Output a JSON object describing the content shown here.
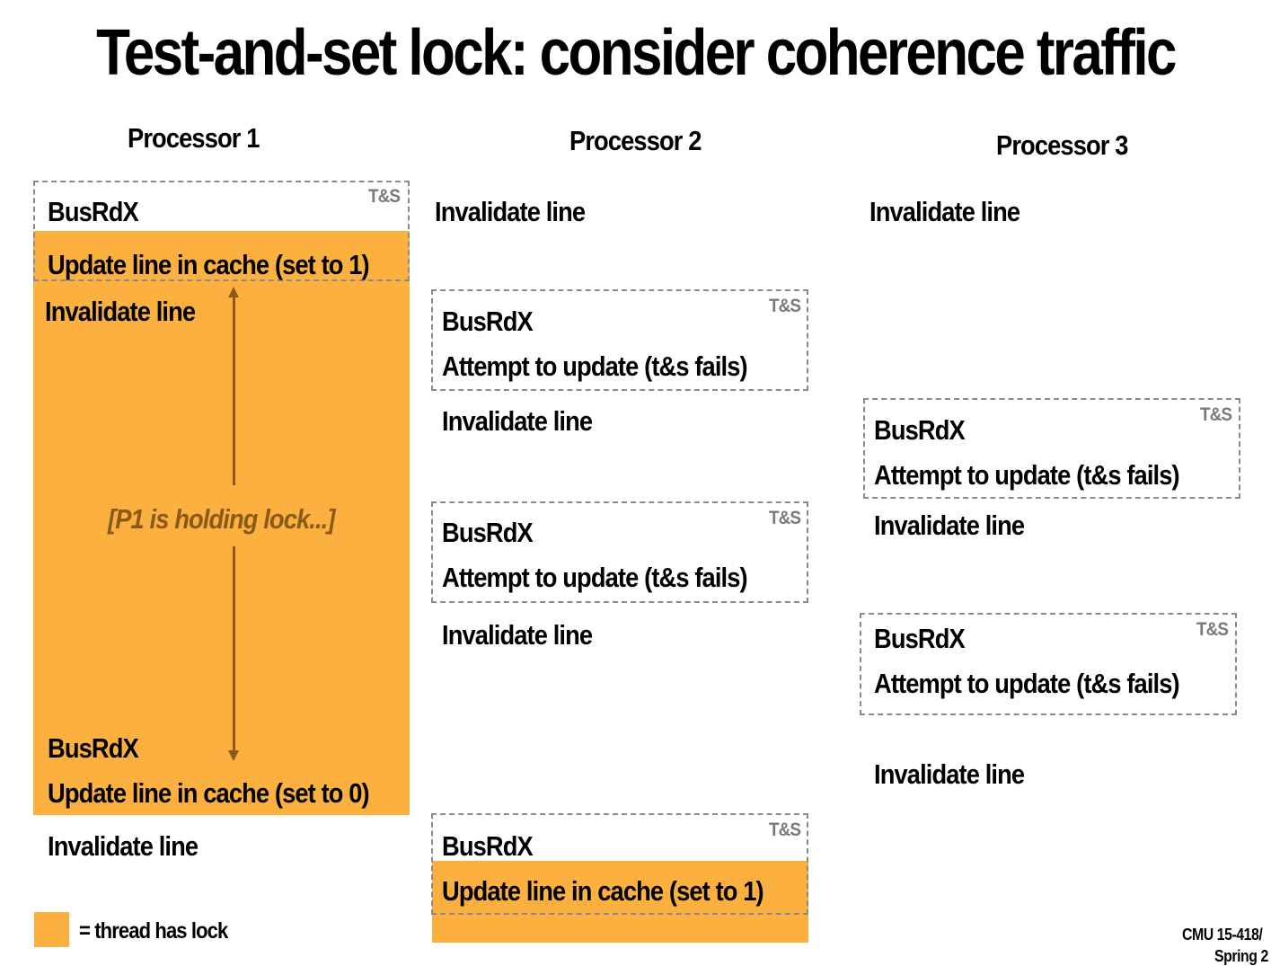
{
  "title": "Test-and-set lock: consider coherence traffic",
  "processors": [
    "Processor 1",
    "Processor 2",
    "Processor 3"
  ],
  "labels": {
    "busrdx": "BusRdX",
    "ts": "T&S",
    "invalidate": "Invalidate line",
    "update_set1": "Update line in cache (set to 1)",
    "update_set0": "Update line in cache (set to 0)",
    "attempt": "Attempt to update (t&s fails)",
    "holding": "[P1 is holding lock...]"
  },
  "legend": {
    "text": "= thread has lock",
    "color": "#fbb040"
  },
  "footer": {
    "course": "CMU 15-418/",
    "term": "Spring 2"
  },
  "colors": {
    "lock": "#fbb040",
    "arrow": "#8a5a16",
    "dashed_border": "#8a8a8a"
  }
}
